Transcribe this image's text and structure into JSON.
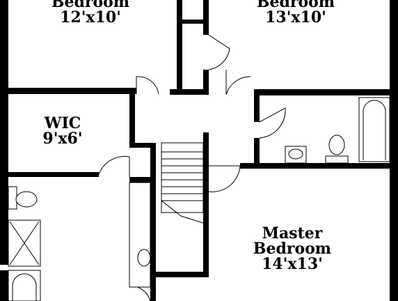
{
  "rooms": {
    "bedroom_left": {
      "name": "Bedroom",
      "size": "12'x10'"
    },
    "bedroom_right": {
      "name": "Bedroom",
      "size": "13'x10'"
    },
    "wic": {
      "name": "WIC",
      "size": "9'x6'"
    },
    "master": {
      "name_line1": "Master",
      "name_line2": "Bedroom",
      "size": "14'x13'"
    }
  },
  "colors": {
    "wall": "#000000",
    "background": "#ffffff"
  }
}
